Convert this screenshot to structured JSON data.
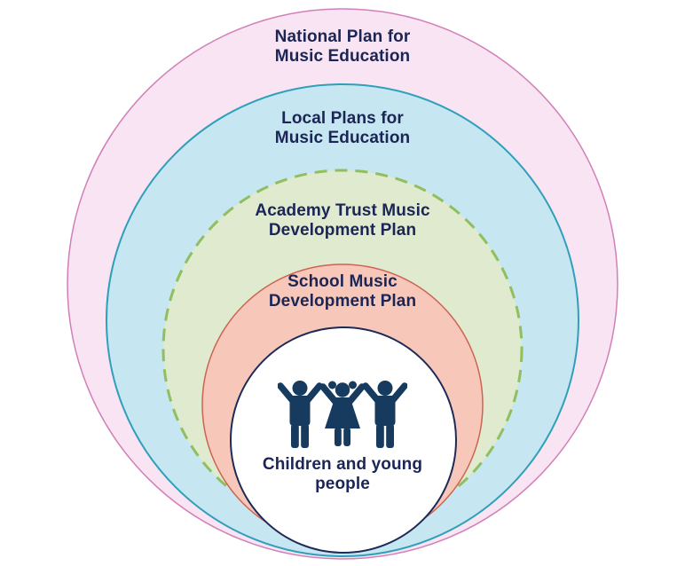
{
  "diagram": {
    "type": "onion",
    "rings": [
      {
        "label": "National Plan for\nMusic Education",
        "fill": "#f8e4f2",
        "stroke": "#d27fb8",
        "border_style": "solid"
      },
      {
        "label": "Local Plans for\nMusic Education",
        "fill": "#c6e6f1",
        "stroke": "#2f9fba",
        "border_style": "solid"
      },
      {
        "label": "Academy Trust Music\nDevelopment Plan",
        "fill": "#dfeacf",
        "stroke": "#8fbf5e",
        "border_style": "dashed"
      },
      {
        "label": "School Music\nDevelopment Plan",
        "fill": "#f7c8b9",
        "stroke": "#cd6352",
        "border_style": "solid"
      },
      {
        "label": "Children and young\npeople",
        "fill": "#ffffff",
        "stroke": "#1e2b59",
        "border_style": "solid"
      }
    ],
    "text_color": "#1b2657",
    "icon": {
      "name": "children-holding-hands",
      "color": "#173a5f"
    }
  }
}
